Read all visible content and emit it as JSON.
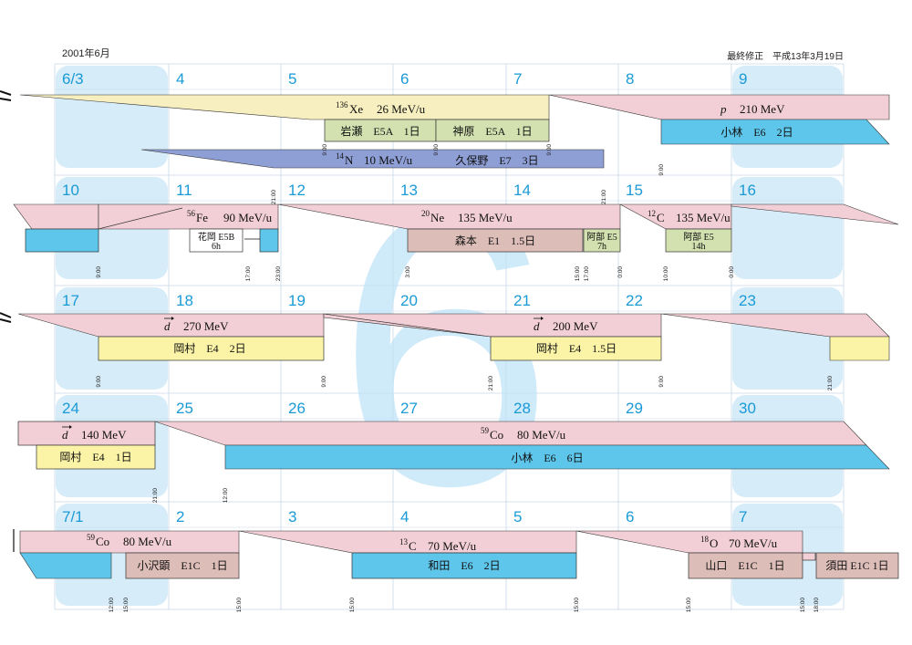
{
  "header": {
    "month": "2001年6月",
    "revised": "最終修正　平成13年3月19日"
  },
  "colors": {
    "grid": "#c8d8e8",
    "weekend": "#d6ecf8",
    "date": "#1a9ad6",
    "big_six": "#bfe3f7",
    "pink": "#f2cfd6",
    "yellow": "#fbf3a6",
    "cream": "#f7efbf",
    "blue": "#5ec6ea",
    "green": "#d3e1b0",
    "mauve": "#ddbdb8",
    "nitrogen": "#8e9fd6"
  },
  "weeks": [
    {
      "dates": [
        "6/3",
        "4",
        "5",
        "6",
        "7",
        "8",
        "9"
      ]
    },
    {
      "dates": [
        "10",
        "11",
        "12",
        "13",
        "14",
        "15",
        "16"
      ]
    },
    {
      "dates": [
        "17",
        "18",
        "19",
        "20",
        "21",
        "22",
        "23"
      ]
    },
    {
      "dates": [
        "24",
        "25",
        "26",
        "27",
        "28",
        "29",
        "30"
      ]
    },
    {
      "dates": [
        "7/1",
        "2",
        "3",
        "4",
        "5",
        "6",
        "7"
      ]
    }
  ],
  "big_month": "6",
  "beams": {
    "xe136": {
      "mass": "136",
      "elem": "Xe",
      "energy": "26 MeV/u"
    },
    "p210": {
      "elem": "p",
      "energy": "210 MeV"
    },
    "n14": {
      "mass": "14",
      "elem": "N",
      "energy": "10 MeV/u"
    },
    "fe56": {
      "mass": "56",
      "elem": "Fe",
      "energy": "90 MeV/u"
    },
    "ne20": {
      "mass": "20",
      "elem": "Ne",
      "energy": "135 MeV/u"
    },
    "c12": {
      "mass": "12",
      "elem": "C",
      "energy": "135 MeV/u"
    },
    "d270": {
      "elem": "d",
      "energy": "270 MeV"
    },
    "d200": {
      "elem": "d",
      "energy": "200 MeV"
    },
    "d140": {
      "elem": "d",
      "energy": "140 MeV"
    },
    "co59a": {
      "mass": "59",
      "elem": "Co",
      "energy": "80 MeV/u"
    },
    "co59b": {
      "mass": "59",
      "elem": "Co",
      "energy": "80 MeV/u"
    },
    "c13": {
      "mass": "13",
      "elem": "C",
      "energy": "70 MeV/u"
    },
    "o18": {
      "mass": "18",
      "elem": "O",
      "energy": "70 MeV/u"
    }
  },
  "experiments": {
    "iwase": "岩瀬　E5A　1日",
    "kanbara": "神原　E5A　1日",
    "kobayashi_e6_2": "小林　E6　2日",
    "kubono": "久保野　E7　3日",
    "hanaoka_a": "花岡 E5B",
    "hanaoka_b": "6h",
    "morimoto": "森本　E1　1.5日",
    "abe1_a": "阿部 E5",
    "abe1_b": "7h",
    "abe2_a": "阿部 E5",
    "abe2_b": "14h",
    "okamura_2": "岡村　E4　2日",
    "okamura_15": "岡村　E4　1.5日",
    "okamura_1": "岡村　E4　1日",
    "kobayashi_e6_6": "小林　E6　6日",
    "ozawa": "小沢顕　E1C　1日",
    "wada": "和田　E6　2日",
    "yamaguchi": "山口　E1C　1日",
    "suda": "須田 E1C 1日"
  },
  "times": {
    "w1_a": "9:00",
    "w1_b": "9:00",
    "w1_c": "9:00",
    "w1_d": "9:00",
    "w1_e": "21:00",
    "w1_f": "21:00",
    "w2_a": "9:00",
    "w2_b": "17:00",
    "w2_c": "23:00",
    "w2_d": "3:00",
    "w2_e": "15:00",
    "w2_f": "17:00",
    "w2_g": "0:00",
    "w2_h": "10:00",
    "w2_i": "0:00",
    "w3_a": "9:00",
    "w3_b": "9:00",
    "w3_c": "21:00",
    "w3_d": "9:00",
    "w3_e": "21:00",
    "w4_a": "21:00",
    "w4_b": "12:00",
    "w5_a": "12:00",
    "w5_b": "15:00",
    "w5_c": "15:00",
    "w5_d": "15:00",
    "w5_e": "15:00",
    "w5_f": "15:00",
    "w5_g": "15:00",
    "w5_h": "18:00"
  }
}
